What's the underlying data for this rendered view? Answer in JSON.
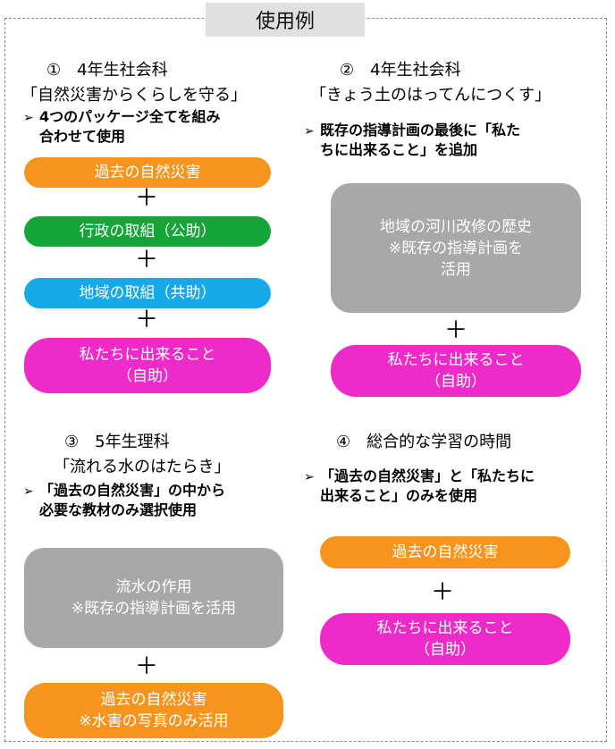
{
  "header": {
    "title": "使用例"
  },
  "sec1": {
    "title": "①　4年生社会科",
    "subtitle": "「自然災害からくらしを守る」",
    "note_line1": "4つのパッケージ全てを組み",
    "note_line2": "合わせて使用",
    "boxes": [
      "過去の自然災害",
      "行政の取組（公助）",
      "地域の取組（共助）"
    ],
    "box4_line1": "私たちに出来ること",
    "box4_line2": "（自助）"
  },
  "sec2": {
    "title": "②　4年生社会科",
    "subtitle": "「きょう土のはってんにつくす」",
    "note_line1": "既存の指導計画の最後に「私た",
    "note_line2": "ちに出来ること」を追加",
    "box1_line1": "地域の河川改修の歴史",
    "box1_line2": "※既存の指導計画を",
    "box1_line3": "活用",
    "box2_line1": "私たちに出来ること",
    "box2_line2": "（自助）"
  },
  "sec3": {
    "title": "③　5年生理科",
    "subtitle": "「流れる水のはたらき」",
    "note_line1": "「過去の自然災害」の中から",
    "note_line2": "必要な教材のみ選択使用",
    "box1_line1": "流水の作用",
    "box1_line2": "※既存の指導計画を活用",
    "box2_line1": "過去の自然災害",
    "box2_line2": "※水害の写真のみ活用"
  },
  "sec4": {
    "title": "④　総合的な学習の時間",
    "note_line1": "「過去の自然災害」と「私たちに",
    "note_line2": "出来ること」のみを使用",
    "box1": "過去の自然災害",
    "box2_line1": "私たちに出来ること",
    "box2_line2": "（自助）"
  },
  "symbols": {
    "plus": "＋",
    "arrow": "➢"
  },
  "colors": {
    "orange": "#f7941d",
    "green": "#13a538",
    "blue": "#16a8e8",
    "magenta": "#ee2bc8",
    "gray": "#a8a8a8",
    "frame": "#8a8a8a",
    "header_bg": "#e0e0e0"
  }
}
